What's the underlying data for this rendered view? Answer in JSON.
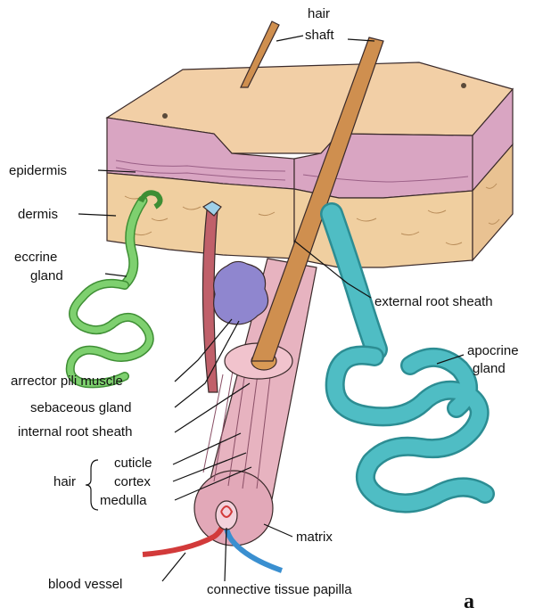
{
  "figure_letter": "a",
  "labels": {
    "hair_shaft": [
      "hair",
      "shaft"
    ],
    "epidermis": "epidermis",
    "dermis": "dermis",
    "eccrine_gland": [
      "eccrine",
      "gland"
    ],
    "external_root_sheath": "external root sheath",
    "apocrine_gland": [
      "apocrine",
      "gland"
    ],
    "arrector_pili_muscle": "arrector pili muscle",
    "sebaceous_gland": "sebaceous gland",
    "internal_root_sheath": "internal root sheath",
    "hair": "hair",
    "cuticle": "cuticle",
    "cortex": "cortex",
    "medulla": "medulla",
    "matrix": "matrix",
    "blood_vessel": "blood vessel",
    "connective_tissue_papilla": "connective tissue papilla"
  },
  "colors": {
    "skin_surface": "#f2cfa6",
    "epidermis_band": "#d9a5c2",
    "dermis": "#f0cfa0",
    "hair_shaft": "#cf8f4f",
    "follicle": "#e7b3c0",
    "eccrine_gland": "#7ed06f",
    "apocrine_gland": "#4fbdc4",
    "sebaceous_gland": "#8f86cf",
    "arrector_muscle": "#c0606a",
    "artery": "#d23a3a",
    "vein": "#3a8fd0"
  }
}
